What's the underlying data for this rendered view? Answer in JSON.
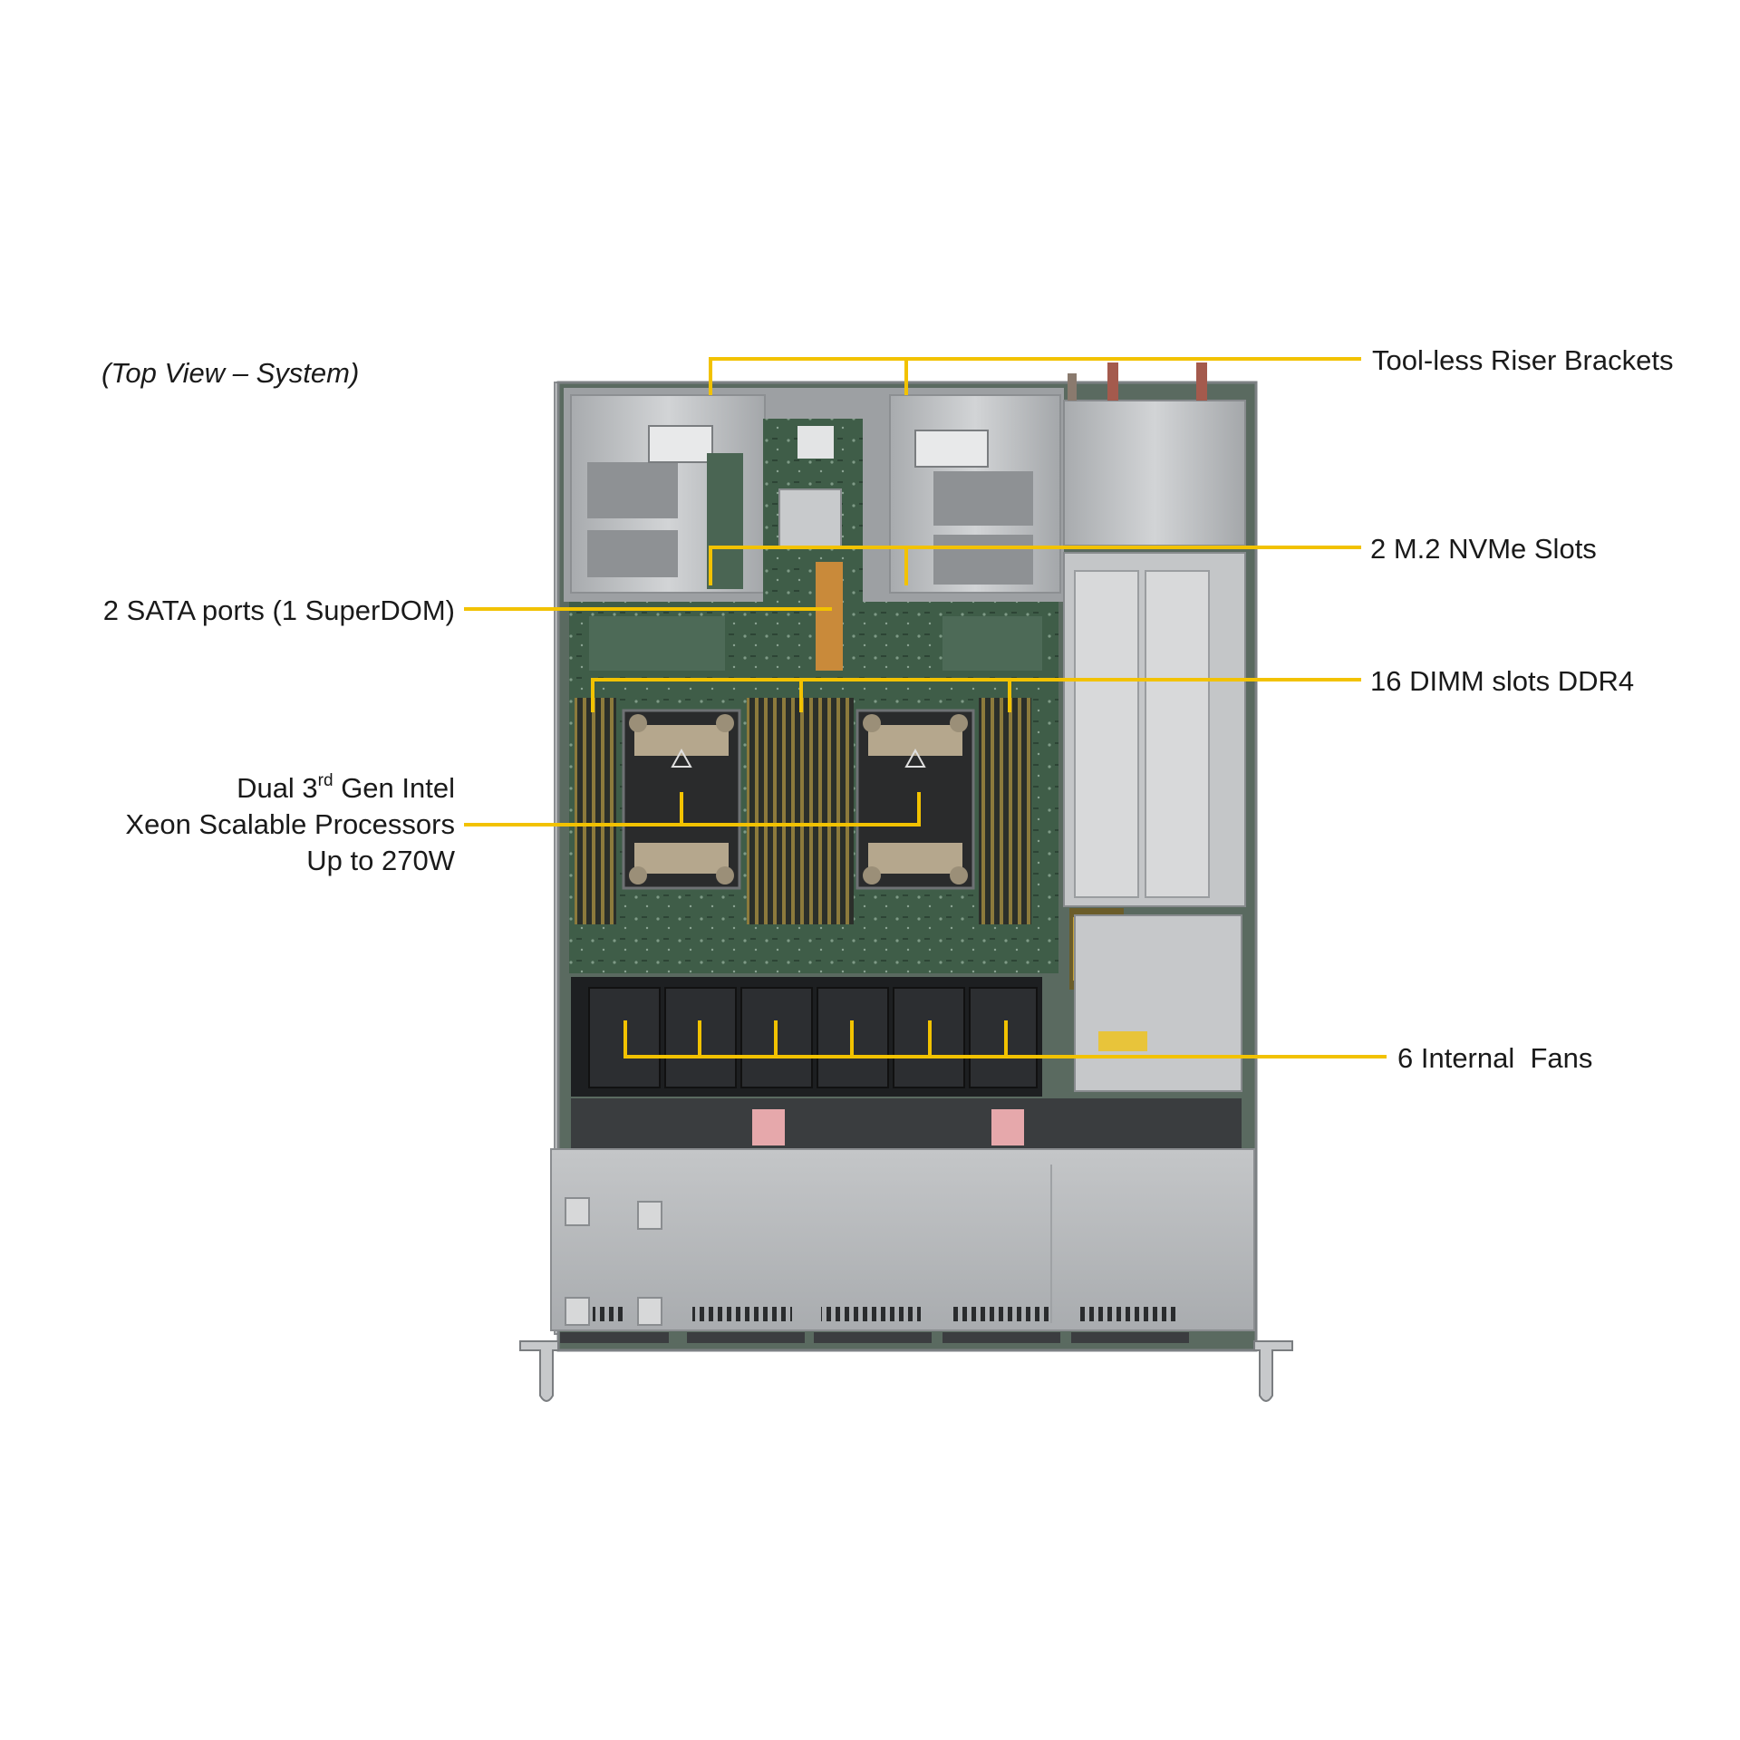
{
  "view_title": "(Top View – System)",
  "labels": {
    "riser_brackets": "Tool-less Riser Brackets",
    "nvme_slots": "2 M.2 NVMe Slots",
    "sata_ports": "2 SATA ports (1 SuperDOM)",
    "dimm_slots": "16 DIMM slots DDR4",
    "processors_line1_prefix": "Dual 3",
    "processors_line1_sup": "rd",
    "processors_line1_suffix": " Gen Intel",
    "processors_line2": "Xeon Scalable Processors",
    "processors_line3": "Up to 270W",
    "fans": "6 Internal  Fans"
  },
  "colors": {
    "leader_line": "#f2c200",
    "chassis_metal": "#b9bcbf",
    "motherboard": "#3d5a45",
    "fan": "#1d1f21",
    "label_text": "#1a1a1a"
  },
  "icons": {
    "chassis": "server-chassis-top-view"
  }
}
